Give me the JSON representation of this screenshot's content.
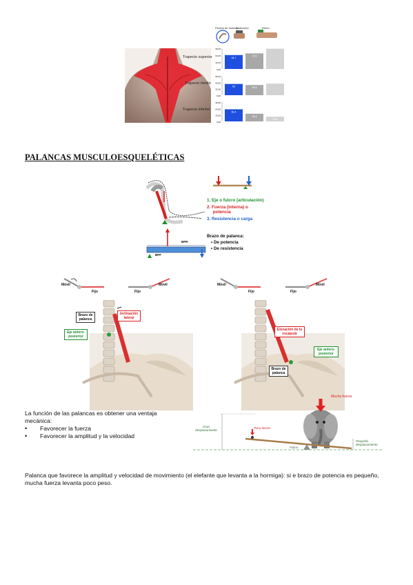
{
  "trapezius_figure": {
    "muscles": [
      "Trapecio superior",
      "Trapecio medio",
      "Trapecio inferior"
    ],
    "top_labels": [
      "Flexión de hombro",
      "Abducción",
      "Remo"
    ],
    "tick_labels": [
      "96,00",
      "64,00",
      "32,00",
      "0,00"
    ],
    "bar_values": {
      "superior": [
        "64,7",
        "72,5",
        ""
      ],
      "medio": [
        "56",
        "50,8",
        ""
      ],
      "inferior": [
        "60,4",
        "38,3",
        "23,6"
      ]
    },
    "colors": {
      "primary": "#1f4fe0",
      "secondary": "#a8a8a8",
      "tertiary": "#d2d2d2"
    }
  },
  "section": {
    "heading": "PALANCAS MUSCULOESQUELÉTICAS"
  },
  "lever_figure": {
    "legend": [
      {
        "text": "1.  Eje o fulcro (articulación)",
        "color": "#1b8f2c"
      },
      {
        "text": "2.  Fuerza (interna) o",
        "color": "#d81f1f"
      },
      {
        "text": "     potencia",
        "color": "#d81f1f"
      },
      {
        "text": "3.  Resistencia o carga",
        "color": "#1d5fd1"
      }
    ],
    "arm_title": "Brazo de palanca:",
    "arm_items": [
      "•  De potencia",
      "•  De resistencia"
    ],
    "bar_labels": {
      "bpr": "BPR",
      "bpf": "BPF"
    }
  },
  "neck_figures": {
    "movil": "Móvil",
    "fijo": "Fijo",
    "left": {
      "brazo": "Brazo de palanca",
      "movement": "Inclinación lateral",
      "eje": "Eje antero-posterior"
    },
    "right": {
      "movement": "Elevación de la escápula",
      "eje": "Eje antero-posterior",
      "brazo": "Brazo de palanca"
    }
  },
  "function_text": {
    "intro": "La función de las palancas es obtener una ventaja mecánica:",
    "items": [
      "Favorecer la fuerza",
      "Favorecer la amplitud y la velocidad"
    ]
  },
  "elephant_figure": {
    "mucha_fuerza": "Mucha fuerza",
    "poca_fuerza": "Poca fuerza",
    "gran_desplazamiento": "Gran desplazamiento",
    "pequeno_desplazamiento": "Pequeño desplazamiento",
    "fulcro": "Fulcro"
  },
  "conclusion": "Palanca que favorece la amplitud y velocidad de movimiento (el elefante que levanta a la hormiga): si e brazo de potencia es pequeño, mucha fuerza levanta poco peso."
}
